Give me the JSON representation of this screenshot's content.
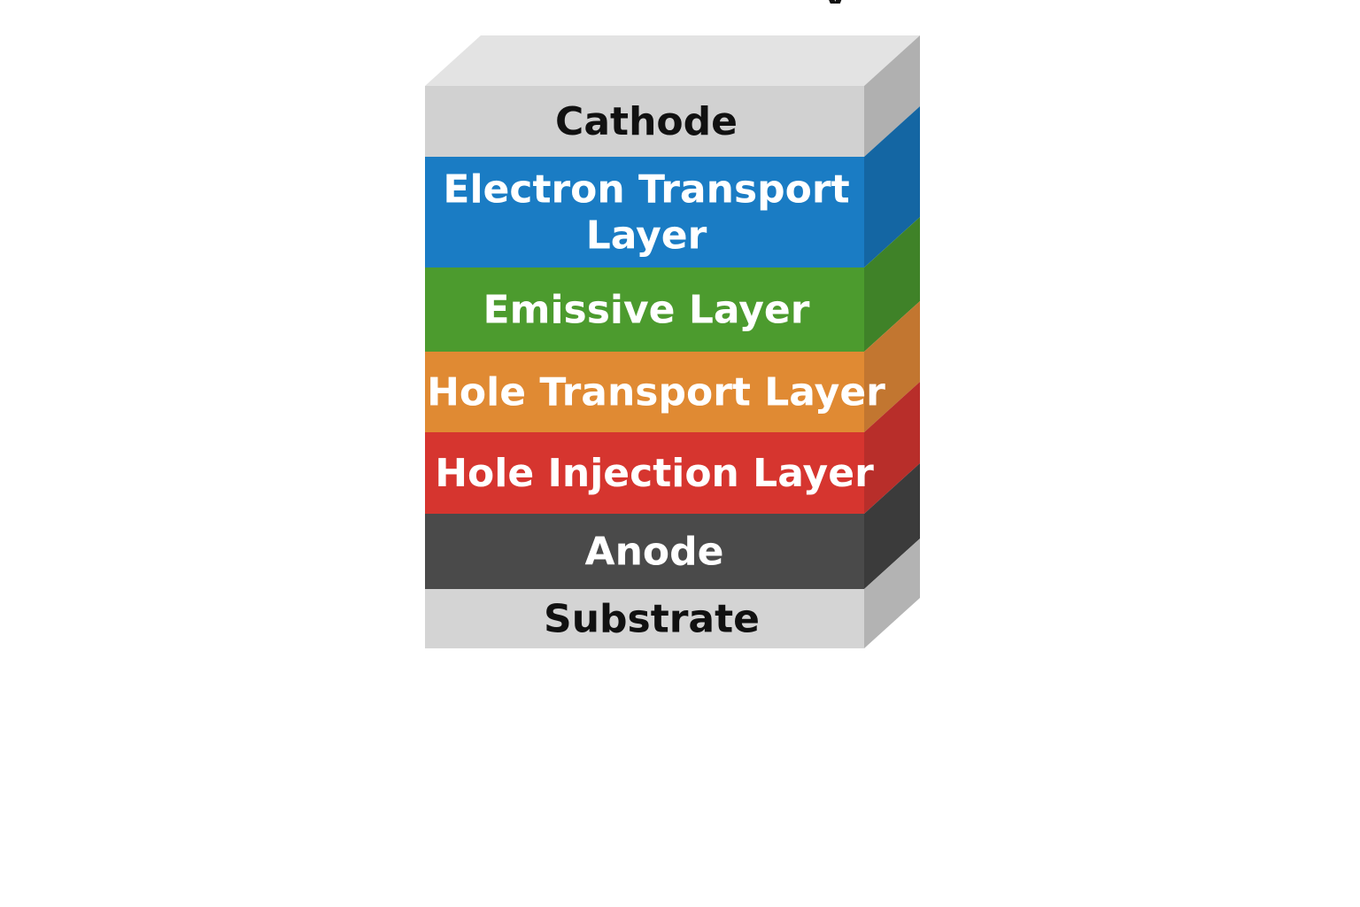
{
  "diagram": {
    "title_fragment": "y",
    "layers": [
      {
        "name": "Cathode",
        "lines": [
          "Cathode"
        ],
        "front_color": "#d1d1d1",
        "side_color": "#b0b0b0",
        "text_color": "#111111"
      },
      {
        "name": "Electron Transport Layer",
        "lines": [
          "Electron Transport",
          "Layer"
        ],
        "front_color": "#1a7cc4",
        "side_color": "#1466a3",
        "text_color": "#ffffff"
      },
      {
        "name": "Emissive Layer",
        "lines": [
          "Emissive Layer"
        ],
        "front_color": "#4c9b2e",
        "side_color": "#3f8228",
        "text_color": "#ffffff"
      },
      {
        "name": "Hole Transport Layer",
        "lines": [
          "Hole Transport Layer"
        ],
        "front_color": "#e08a33",
        "side_color": "#c27630",
        "text_color": "#ffffff"
      },
      {
        "name": "Hole Injection Layer",
        "lines": [
          "Hole Injection Layer"
        ],
        "front_color": "#d6352f",
        "side_color": "#b82e2a",
        "text_color": "#ffffff"
      },
      {
        "name": "Anode",
        "lines": [
          "Anode"
        ],
        "front_color": "#4a4a4a",
        "side_color": "#3b3b3b",
        "text_color": "#ffffff"
      },
      {
        "name": "Substrate",
        "lines": [
          "Substrate"
        ],
        "front_color": "#d4d4d4",
        "side_color": "#b3b3b3",
        "text_color": "#111111"
      }
    ],
    "top_face_color": "#e3e3e3"
  }
}
